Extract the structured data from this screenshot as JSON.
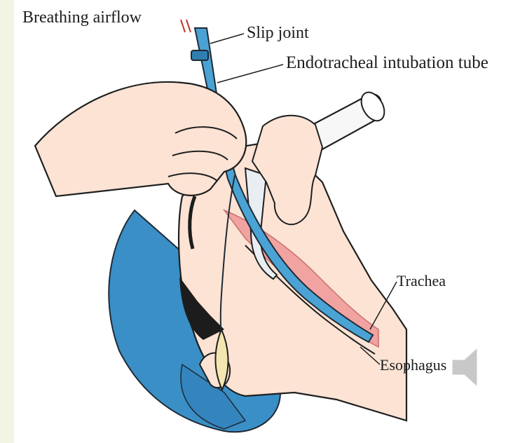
{
  "labels": {
    "breathing_airflow": "Breathing airflow",
    "slip_joint": "Slip joint",
    "endotracheal_tube": "Endotracheal intubation tube",
    "trachea": "Trachea",
    "esophagus": "Esophagus"
  },
  "icons": {
    "audio": "speaker-icon"
  },
  "colors": {
    "slide_background": "#f1f5e2",
    "drape": "#3a8fc7",
    "tube": "#4aa3d4",
    "airway": "#f0a3a0",
    "skin": "#fce3d4",
    "cuff": "#f4e6b0"
  }
}
